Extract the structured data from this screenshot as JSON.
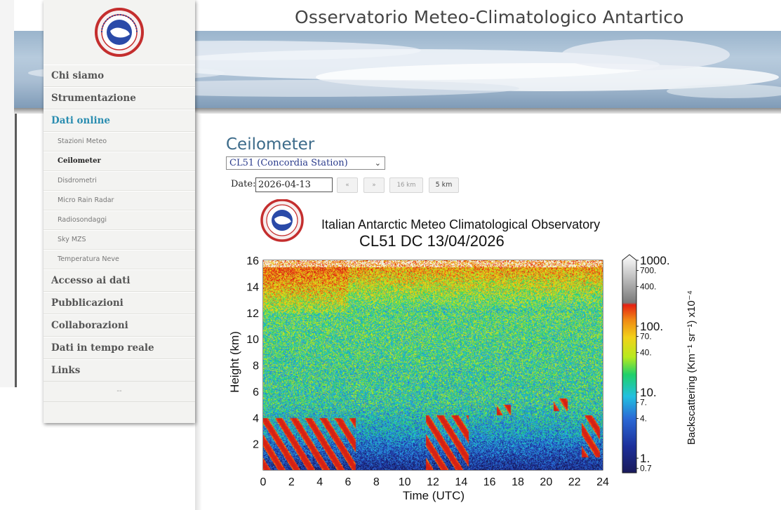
{
  "site": {
    "title": "Osservatorio Meteo-Climatologico Antartico"
  },
  "sidebar": {
    "menu": [
      {
        "label": "Chi siamo"
      },
      {
        "label": "Strumentazione"
      },
      {
        "label": "Dati online"
      }
    ],
    "submenu": [
      {
        "label": "Stazioni Meteo"
      },
      {
        "label": "Ceilometer"
      },
      {
        "label": "Disdrometri"
      },
      {
        "label": "Micro Rain Radar"
      },
      {
        "label": "Radiosondaggi"
      },
      {
        "label": "Sky MZS"
      },
      {
        "label": "Temperatura Neve"
      }
    ],
    "menu_after": [
      {
        "label": "Accesso ai dati"
      },
      {
        "label": "Pubblicazioni"
      },
      {
        "label": "Collaborazioni"
      },
      {
        "label": "Dati in tempo reale"
      },
      {
        "label": "Links"
      }
    ],
    "dash": "--"
  },
  "content": {
    "title": "Ceilometer",
    "station_select": {
      "value": "CL51 (Concordia Station)"
    },
    "date": {
      "label": "Date:",
      "value": "2026-04-13"
    },
    "buttons": {
      "prev": "«",
      "next": "»",
      "km16": "16 km",
      "km5": "5 km"
    }
  },
  "chart_data": {
    "type": "heatmap",
    "title": "Italian Antarctic Meteo Climatological Observatory",
    "subtitle": "CL51 DC 13/04/2026",
    "xlabel": "Time (UTC)",
    "ylabel": "Height (km)",
    "x_ticks": [
      "0",
      "2",
      "4",
      "6",
      "8",
      "10",
      "12",
      "14",
      "16",
      "18",
      "20",
      "22",
      "24"
    ],
    "y_ticks": [
      "2",
      "4",
      "6",
      "8",
      "10",
      "12",
      "14",
      "16"
    ],
    "xlim": [
      0,
      24
    ],
    "ylim": [
      0,
      16
    ],
    "colorbar": {
      "label": "Backscattering (Km⁻¹ sr⁻¹) x10⁻⁴",
      "scale": "log",
      "range": [
        0.6,
        1000
      ],
      "ticks": [
        "1000.",
        "700.",
        "400.",
        "100.",
        "70.",
        "40.",
        "10.",
        "7.",
        "4.",
        "1.",
        "0.7"
      ]
    },
    "features": [
      {
        "name": "low-level-plumes",
        "x_range": [
          0,
          6.5
        ],
        "height_km": [
          0,
          4
        ]
      },
      {
        "name": "plume-12h",
        "x_range": [
          11.5,
          14.5
        ],
        "height_km": [
          0,
          4.2
        ]
      },
      {
        "name": "patch-17h",
        "x_range": [
          16.5,
          17.5
        ],
        "height_km": [
          4.2,
          5
        ]
      },
      {
        "name": "patch-21h",
        "x_range": [
          20.5,
          21.5
        ],
        "height_km": [
          4.5,
          5.5
        ]
      },
      {
        "name": "plume-23h",
        "x_range": [
          22.5,
          23.8
        ],
        "height_km": [
          1,
          4.2
        ]
      }
    ],
    "colors": {
      "low": "#1a1a6e",
      "mid": "#1aa84c",
      "high": "#c0281e",
      "max": "#ffffff"
    }
  }
}
